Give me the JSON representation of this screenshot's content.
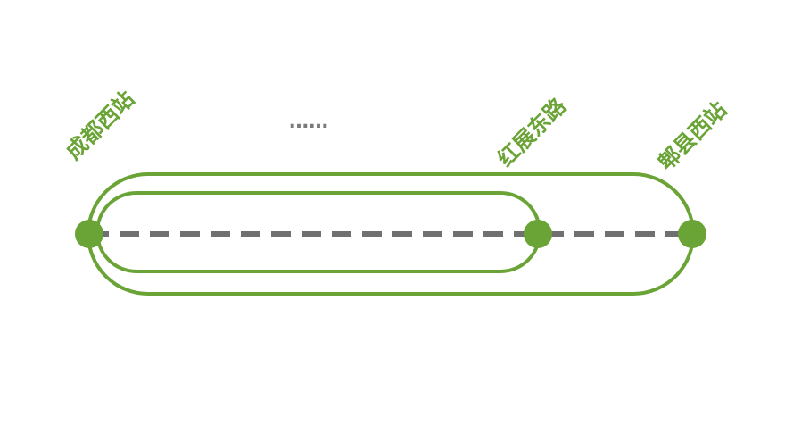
{
  "diagram": {
    "colors": {
      "loop": "#6aa336",
      "station": "#6aa336",
      "track": "#707070",
      "label": "#6aa336",
      "ellipsis": "#7a7a7a"
    },
    "ellipsis_text": "……",
    "stations": [
      {
        "id": "chengdu-west",
        "label": "成都西站"
      },
      {
        "id": "hongzhan-east-road",
        "label": "红展东路"
      },
      {
        "id": "pixian-west",
        "label": "郫县西站"
      }
    ]
  }
}
